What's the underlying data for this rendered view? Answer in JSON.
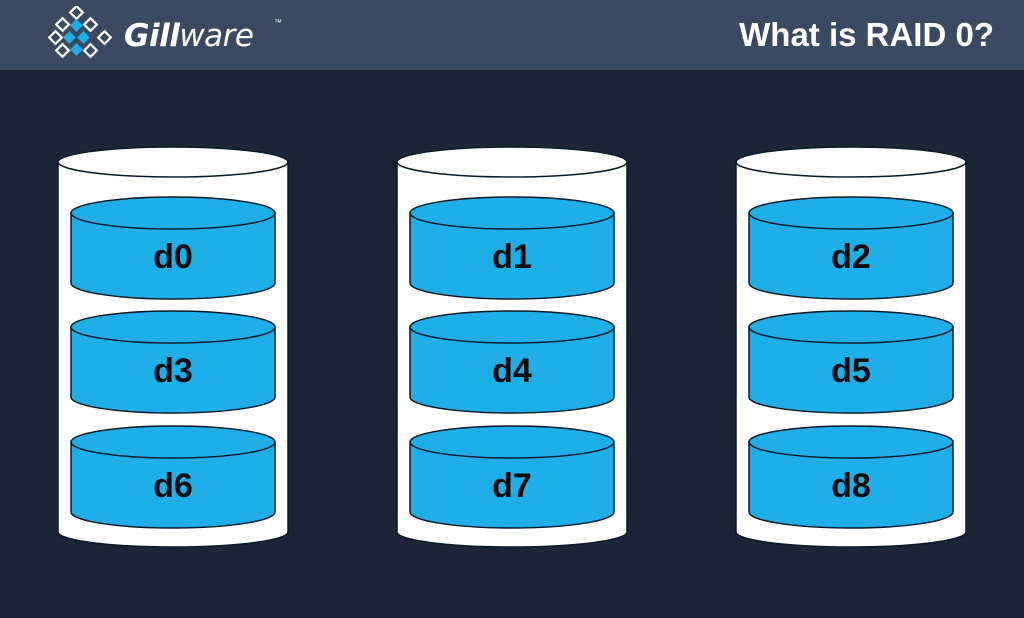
{
  "header": {
    "brand_bold": "Gill",
    "brand_light": "ware",
    "trademark": "™",
    "title": "What is RAID 0?"
  },
  "colors": {
    "background": "#1c2638",
    "header": "#3a4a63",
    "disk_body": "#ffffff",
    "block_fill": "#1eaee8",
    "block_stroke": "#0a1a28"
  },
  "disks": [
    {
      "blocks": [
        "d0",
        "d3",
        "d6"
      ]
    },
    {
      "blocks": [
        "d1",
        "d4",
        "d7"
      ]
    },
    {
      "blocks": [
        "d2",
        "d5",
        "d8"
      ]
    }
  ]
}
